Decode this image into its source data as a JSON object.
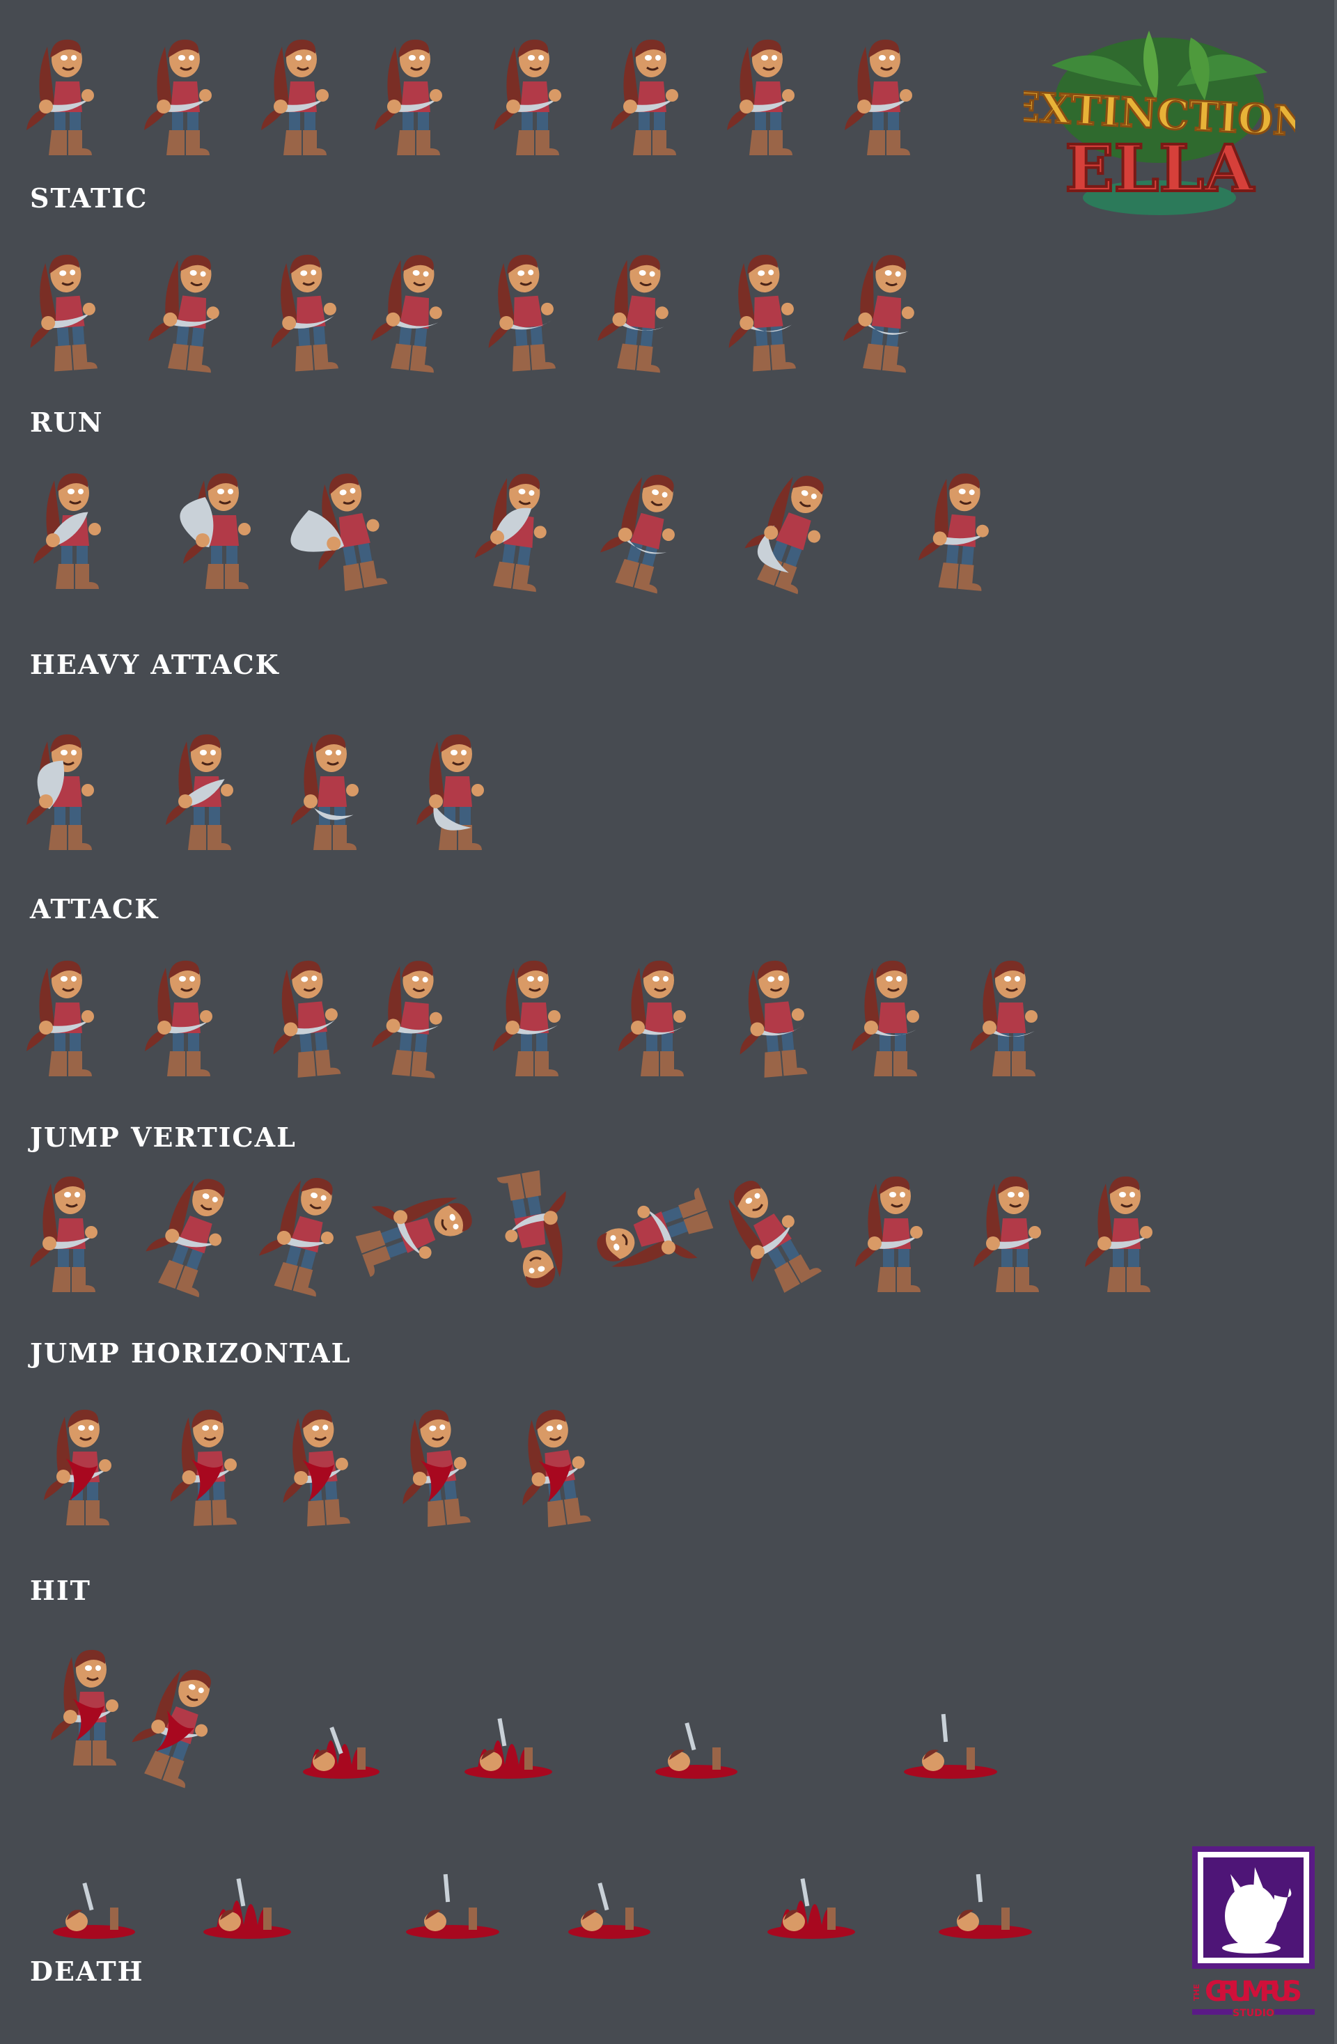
{
  "game_logo": {
    "line1": "EXTINCTION",
    "line2": "ELLA"
  },
  "studio_logo": {
    "prefix": "THE",
    "name": "GRUMPUS",
    "suffix": "STUDIO"
  },
  "colors": {
    "background": "#474b51",
    "label": "#ffffff",
    "hair": "#7a2e25",
    "skin": "#d99a66",
    "top": "#b23a48",
    "jeans": "#3f5f7e",
    "boots": "#9a6548",
    "blade": "#c9d1d8",
    "blood": "#a8081f",
    "logo_yellow": "#e8b338",
    "logo_red": "#d6403a",
    "studio_purple": "#5a1a86",
    "studio_red": "#d0103a"
  },
  "animations": [
    {
      "label": "STATIC",
      "frames": 8
    },
    {
      "label": "RUN",
      "frames": 8
    },
    {
      "label": "HEAVY ATTACK",
      "frames": 7
    },
    {
      "label": "ATTACK",
      "frames": 4
    },
    {
      "label": "JUMP VERTICAL",
      "frames": 9
    },
    {
      "label": "JUMP HORIZONTAL",
      "frames": 10
    },
    {
      "label": "HIT",
      "frames": 5
    },
    {
      "label": "DEATH",
      "frames": 12
    }
  ]
}
